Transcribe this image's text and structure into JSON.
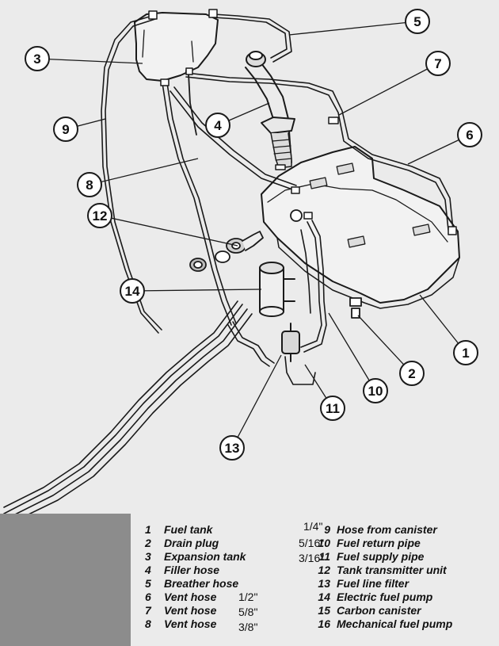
{
  "callouts": [
    {
      "n": "1"
    },
    {
      "n": "2"
    },
    {
      "n": "3"
    },
    {
      "n": "4"
    },
    {
      "n": "5"
    },
    {
      "n": "6"
    },
    {
      "n": "7"
    },
    {
      "n": "8"
    },
    {
      "n": "9"
    },
    {
      "n": "10"
    },
    {
      "n": "11"
    },
    {
      "n": "12"
    },
    {
      "n": "13"
    },
    {
      "n": "14"
    }
  ],
  "legend": {
    "left": [
      {
        "num": "1",
        "label": "Fuel tank"
      },
      {
        "num": "2",
        "label": "Drain plug"
      },
      {
        "num": "3",
        "label": "Expansion tank"
      },
      {
        "num": "4",
        "label": "Filler hose"
      },
      {
        "num": "5",
        "label": "Breather hose"
      },
      {
        "num": "6",
        "label": "Vent hose"
      },
      {
        "num": "7",
        "label": "Vent hose"
      },
      {
        "num": "8",
        "label": "Vent hose"
      }
    ],
    "right": [
      {
        "num": "9",
        "label": "Hose from canister"
      },
      {
        "num": "10",
        "label": "Fuel return pipe"
      },
      {
        "num": "11",
        "label": "Fuel supply pipe"
      },
      {
        "num": "12",
        "label": "Tank transmitter unit"
      },
      {
        "num": "13",
        "label": "Fuel line filter"
      },
      {
        "num": "14",
        "label": "Electric fuel pump"
      },
      {
        "num": "15",
        "label": "Carbon canister"
      },
      {
        "num": "16",
        "label": "Mechanical fuel pump"
      }
    ],
    "sizes": {
      "hose6": "1/2\"",
      "hose7": "5/8\"",
      "hose8": "3/8\"",
      "hose9": "1/4\"",
      "pipe10": "5/16\"",
      "pipe11": "3/16\""
    }
  }
}
